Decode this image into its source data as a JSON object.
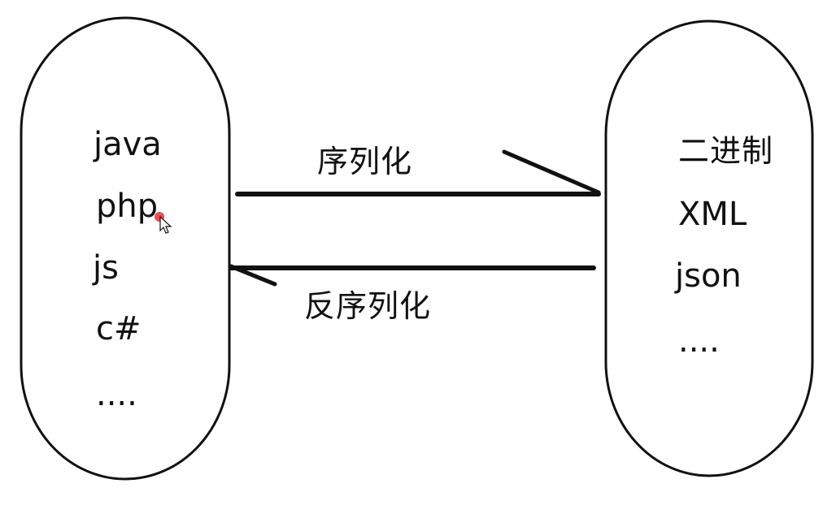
{
  "left_group": {
    "items": [
      "java",
      "php",
      "js",
      "c#",
      "...."
    ]
  },
  "right_group": {
    "items": [
      "二进制",
      "XML",
      "json",
      "...."
    ]
  },
  "arrows": {
    "serialize": {
      "label": "序列化",
      "direction": "left-to-right"
    },
    "deserialize": {
      "label": "反序列化",
      "direction": "right-to-left"
    }
  },
  "colors": {
    "stroke": "#111111",
    "background": "#ffffff",
    "cursor_highlight": "#e8101a"
  }
}
